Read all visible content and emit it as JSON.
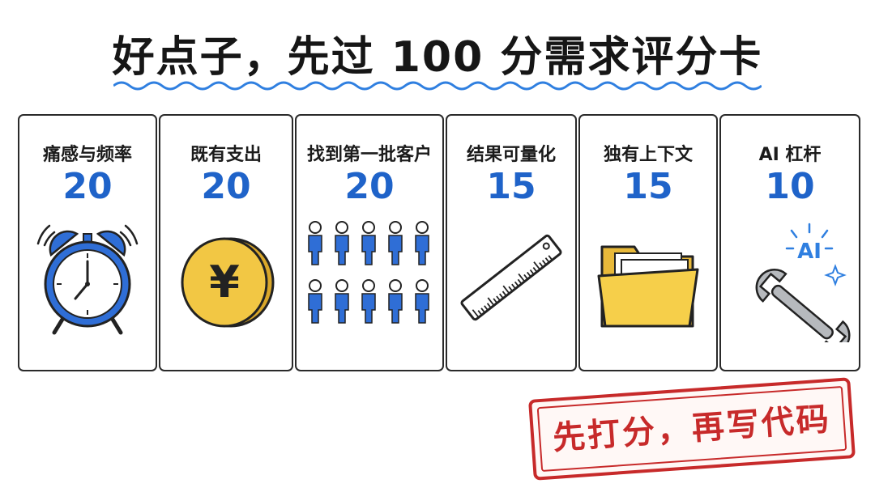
{
  "title": "好点子，先过 100 分需求评分卡",
  "cards": [
    {
      "label": "痛感与频率",
      "score": "20",
      "icon": "alarm-clock-icon"
    },
    {
      "label": "既有支出",
      "score": "20",
      "icon": "yuan-coin-icon"
    },
    {
      "label": "找到第一批客户",
      "score": "20",
      "icon": "people-group-icon"
    },
    {
      "label": "结果可量化",
      "score": "15",
      "icon": "ruler-icon"
    },
    {
      "label": "独有上下文",
      "score": "15",
      "icon": "folder-icon"
    },
    {
      "label": "AI 杠杆",
      "score": "10",
      "icon": "wrench-ai-icon"
    }
  ],
  "coin_symbol": "¥",
  "ai_badge": "AI",
  "stamp": "先打分，再写代码",
  "colors": {
    "score": "#1f63c9",
    "stamp": "#c72a2a",
    "coin": "#f2c744",
    "folder": "#f6cf4a"
  }
}
